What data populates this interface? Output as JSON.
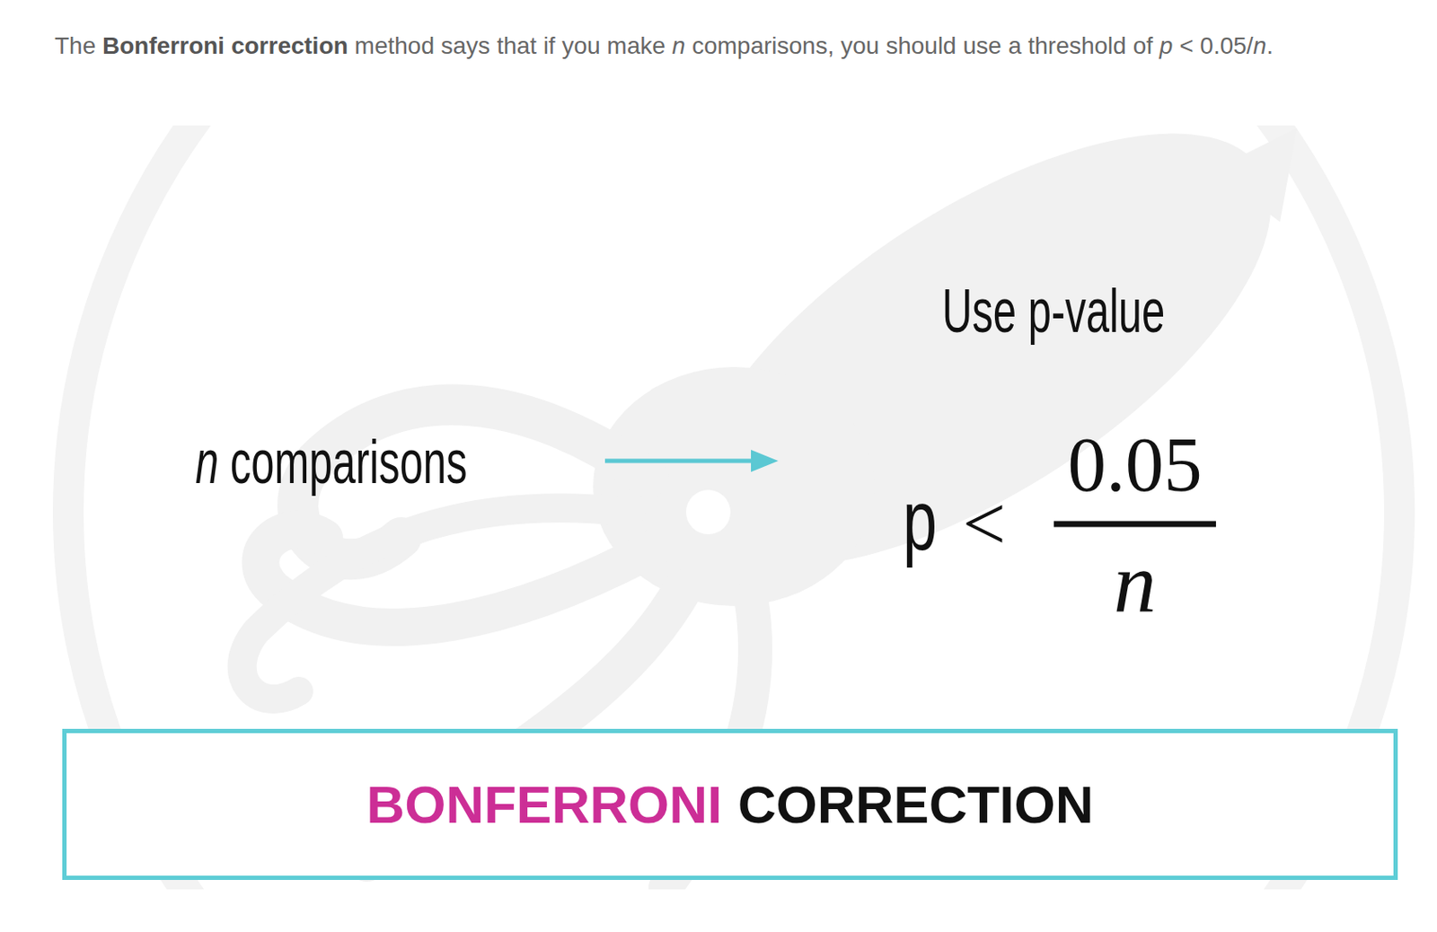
{
  "diagram": {
    "title": "The Bonferroni correction method says that if you make n comparisons, you should use a threshold of p < 0.05/n.",
    "nodes": [
      {
        "text": [
          "BONFERRONI",
          "CORRECTION"
        ]
      }
    ],
    "edges": [],
    "labels": [
      "Use p-value",
      "n comparisons",
      "p",
      "<",
      "0.05",
      "n"
    ]
  }
}
